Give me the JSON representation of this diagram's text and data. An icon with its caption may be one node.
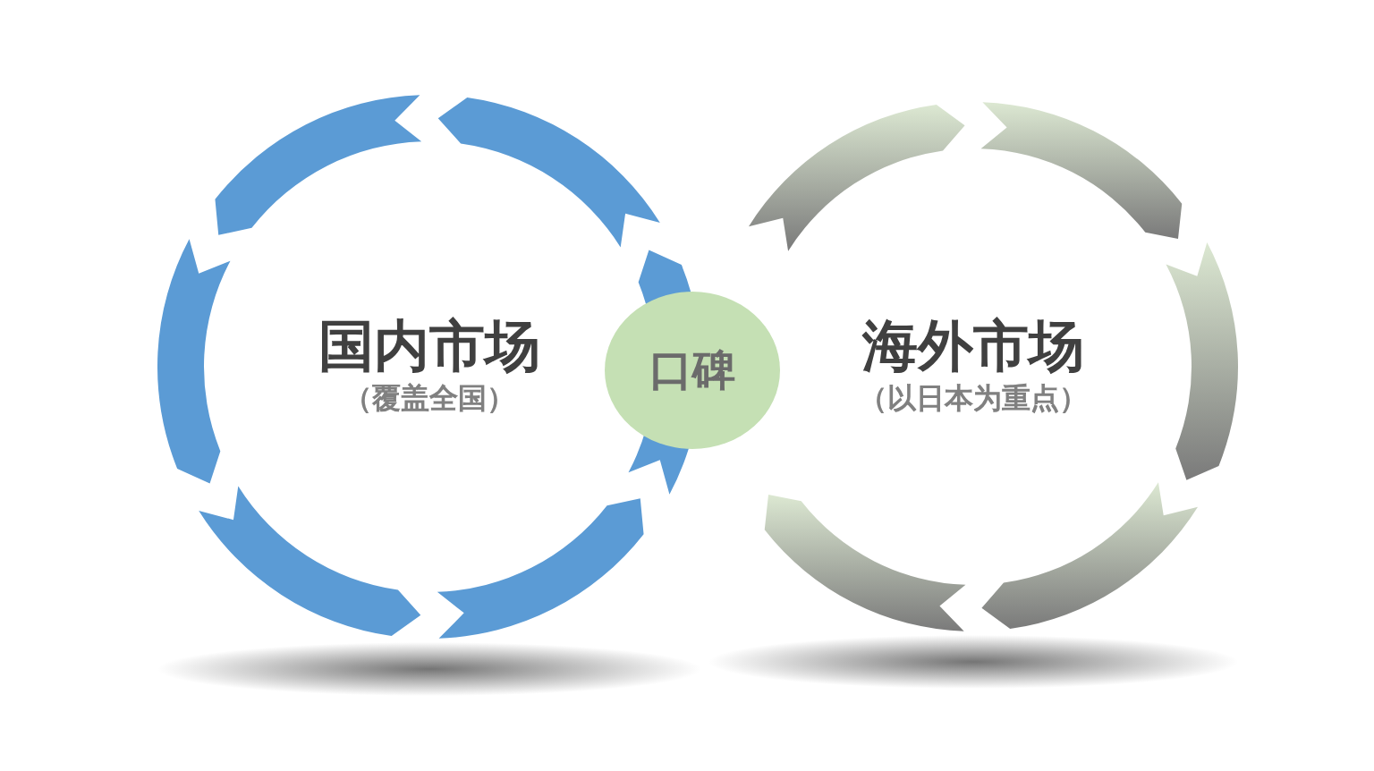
{
  "diagram": {
    "nodes": [
      {
        "text": [
          "国内市场",
          "（覆盖全国）"
        ]
      },
      {
        "text": [
          "口碑"
        ]
      },
      {
        "text": [
          "海外市场",
          "（以日本为重点）"
        ]
      }
    ]
  }
}
